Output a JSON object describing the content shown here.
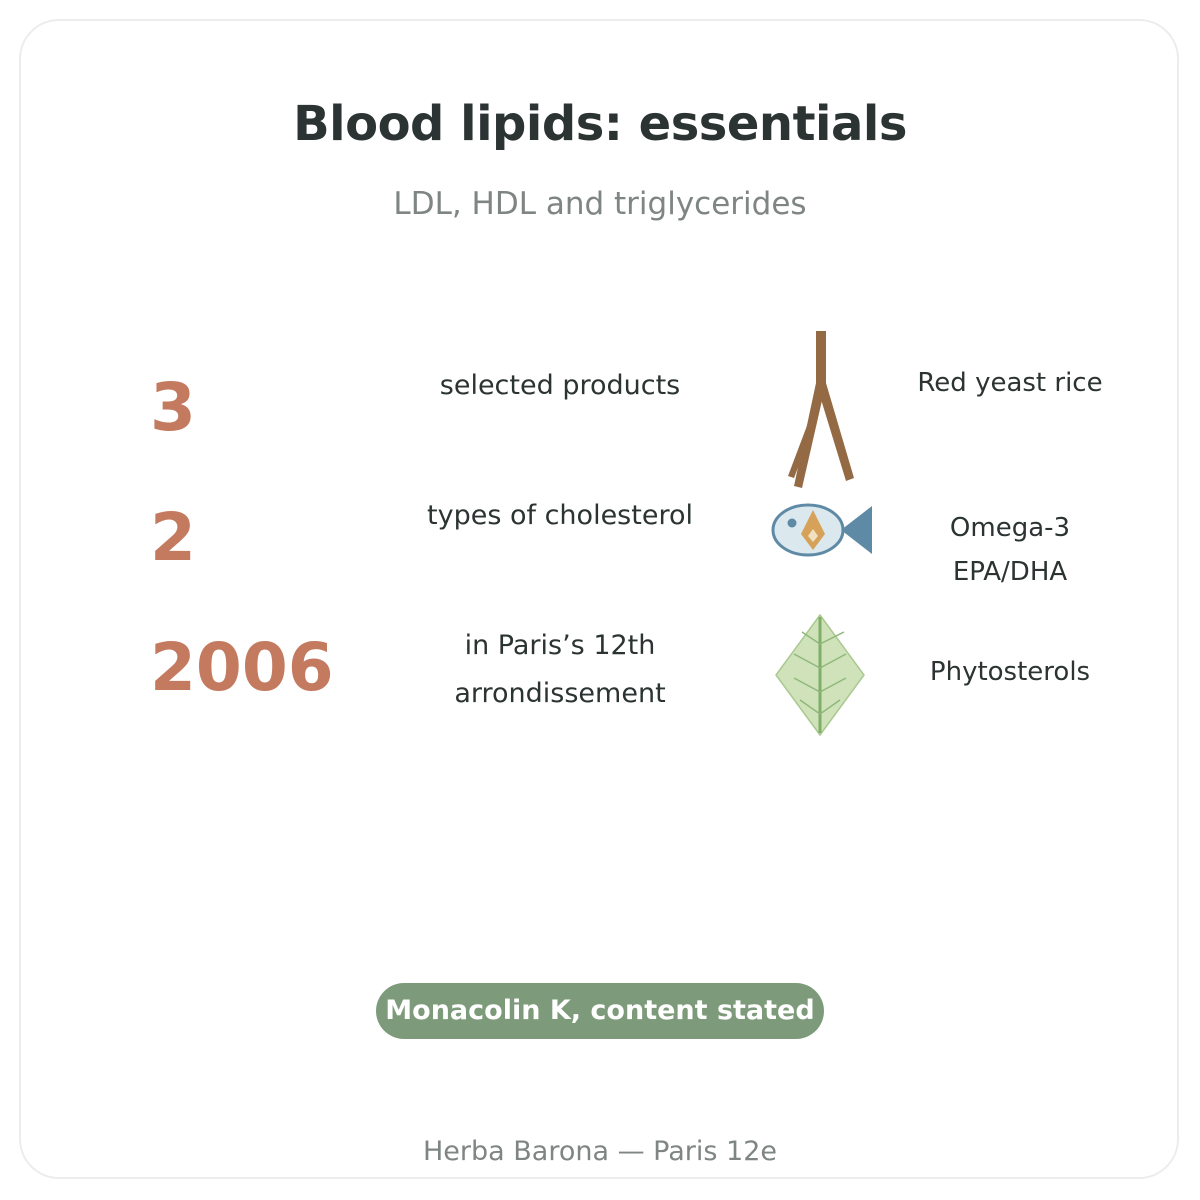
{
  "header": {
    "title": "Blood lipids: essentials",
    "subtitle": "LDL, HDL and triglycerides"
  },
  "stats": [
    {
      "value": "3",
      "label": "selected products"
    },
    {
      "value": "2",
      "label": "types of cholesterol"
    },
    {
      "value": "2006",
      "label_line1": "in Paris’s 12th",
      "label_line2": "arrondissement"
    }
  ],
  "products": [
    {
      "name": "Red yeast rice",
      "icon": "root-icon"
    },
    {
      "name_line1": "Omega-3",
      "name_line2": "EPA/DHA",
      "icon": "fish-icon"
    },
    {
      "name": "Phytosterols",
      "icon": "leaf-icon"
    }
  ],
  "badge": {
    "label": "Monacolin K, content stated"
  },
  "footer": {
    "text": "Herba Barona — Paris 12e"
  },
  "colors": {
    "accent_number": "#c47a5f",
    "badge_bg": "#7d9b7a",
    "root": "#946a44",
    "fish": "#5e8aa6",
    "leaf": "#cfe2ba"
  }
}
